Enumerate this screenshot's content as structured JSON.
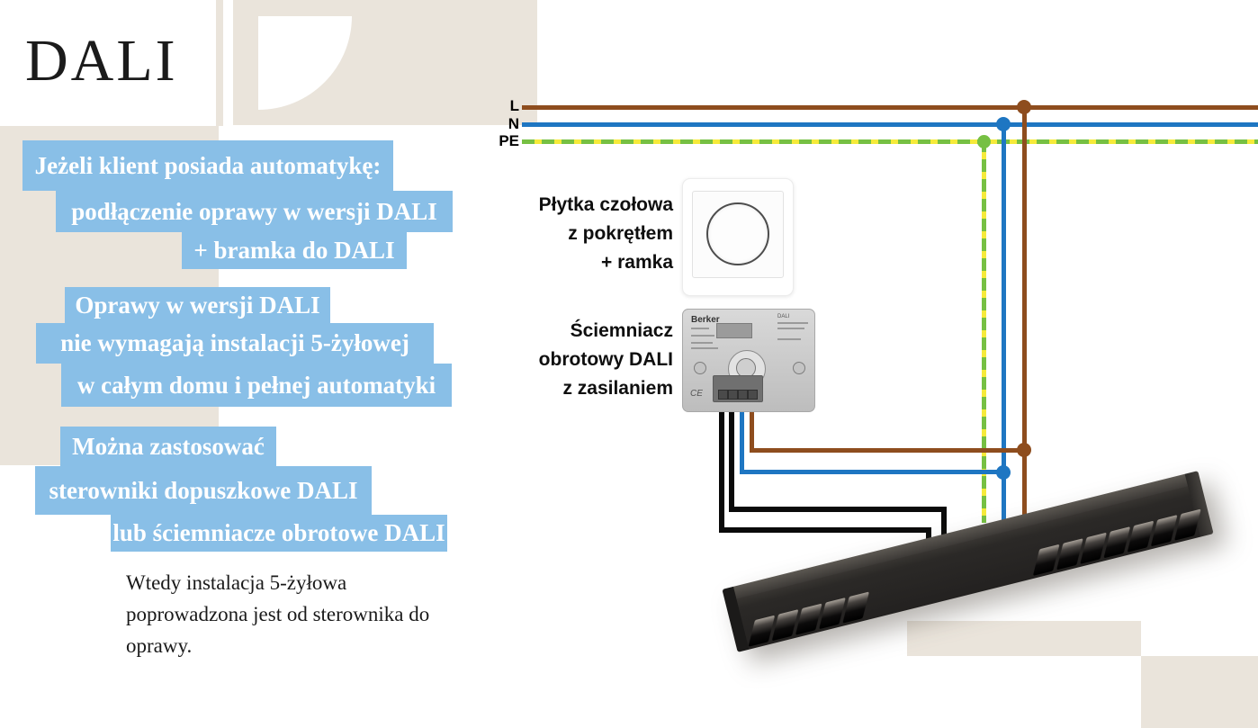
{
  "title": "DALI",
  "callouts": {
    "group1": [
      "Jeżeli klient posiada automatykę:",
      "podłączenie oprawy w wersji DALI",
      "+ bramka do DALI"
    ],
    "group2": [
      "Oprawy w wersji DALI",
      "nie wymagają instalacji 5-żyłowej",
      "w całym domu i pełnej automatyki"
    ],
    "group3": [
      "Można zastosować",
      "sterowniki dopuszkowe DALI",
      "lub ściemniacze obrotowe DALI"
    ],
    "note_lines": [
      "Wtedy instalacja 5-żyłowa",
      "poprowadzona jest od sterownika do",
      "oprawy."
    ]
  },
  "diagram": {
    "wire_labels": {
      "l": "L",
      "n": "N",
      "pe": "PE"
    },
    "faceplate_label_lines": [
      "Płytka czołowa",
      "z pokrętłem",
      "+ ramka"
    ],
    "dimmer_label_lines": [
      "Ściemniacz",
      "obrotowy DALI",
      "z zasilaniem"
    ],
    "dimmer_brand": "Berker",
    "dimmer_marking": "DALI",
    "dimmer_ce": "CE",
    "colors": {
      "callout_blue": "#89bfe7",
      "beige": "#eae4db",
      "wire_l_brown": "#8e4d1e",
      "wire_n_blue": "#1e76c2",
      "wire_pe_green": "#76c043",
      "wire_pe_yellow": "#f6ea3a",
      "wire_dali_black": "#0a0a0a"
    }
  }
}
